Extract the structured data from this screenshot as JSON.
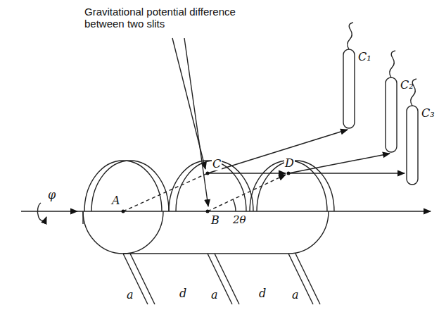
{
  "diagram": {
    "labels": [
      "Gravitational potential difference between two slits",
      "φ",
      "A",
      "C",
      "B",
      "D",
      "2θ",
      "C₁",
      "C₂",
      "C₃",
      "d",
      "d",
      "a",
      "a",
      "a"
    ]
  }
}
